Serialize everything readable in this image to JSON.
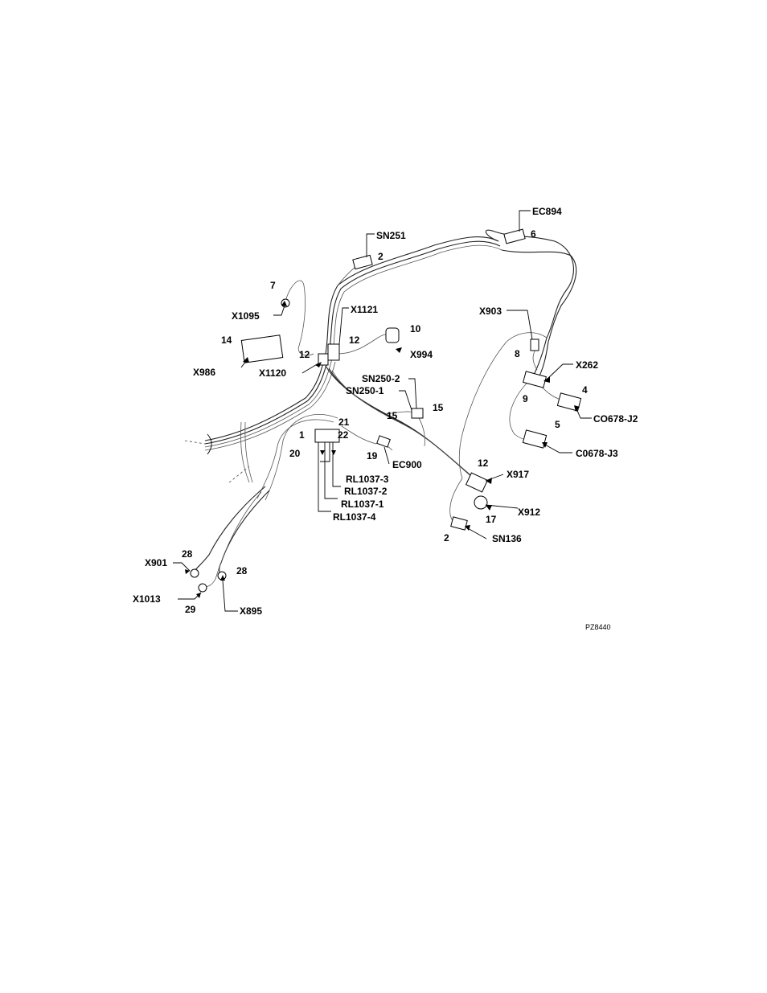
{
  "labels": {
    "ec894": "EC894",
    "n6": "6",
    "sn251": "SN251",
    "n2_sn251": "2",
    "n7": "7",
    "x1095": "X1095",
    "x1121": "X1121",
    "n12_x1121": "12",
    "n14": "14",
    "n12_x1120": "12",
    "x986": "X986",
    "x1120": "X1120",
    "n10": "10",
    "x994": "X994",
    "x903": "X903",
    "n8": "8",
    "x262": "X262",
    "n9": "9",
    "n4": "4",
    "co678_j2": "CO678-J2",
    "n5": "5",
    "c0678_j3": "C0678-J3",
    "sn250_2": "SN250-2",
    "sn250_1": "SN250-1",
    "n15_left": "15",
    "n15_right": "15",
    "n21": "21",
    "n1": "1",
    "n22": "22",
    "n20": "20",
    "n19": "19",
    "ec900": "EC900",
    "rl1037_3": "RL1037-3",
    "rl1037_2": "RL1037-2",
    "rl1037_1": "RL1037-1",
    "rl1037_4": "RL1037-4",
    "n12_x917": "12",
    "x917": "X917",
    "x912": "X912",
    "n17": "17",
    "n2_sn136": "2",
    "sn136": "SN136",
    "n28_x901": "28",
    "x901": "X901",
    "n28_x895": "28",
    "x1013": "X1013",
    "n29": "29",
    "x895": "X895",
    "figure_code": "PZ8440"
  }
}
